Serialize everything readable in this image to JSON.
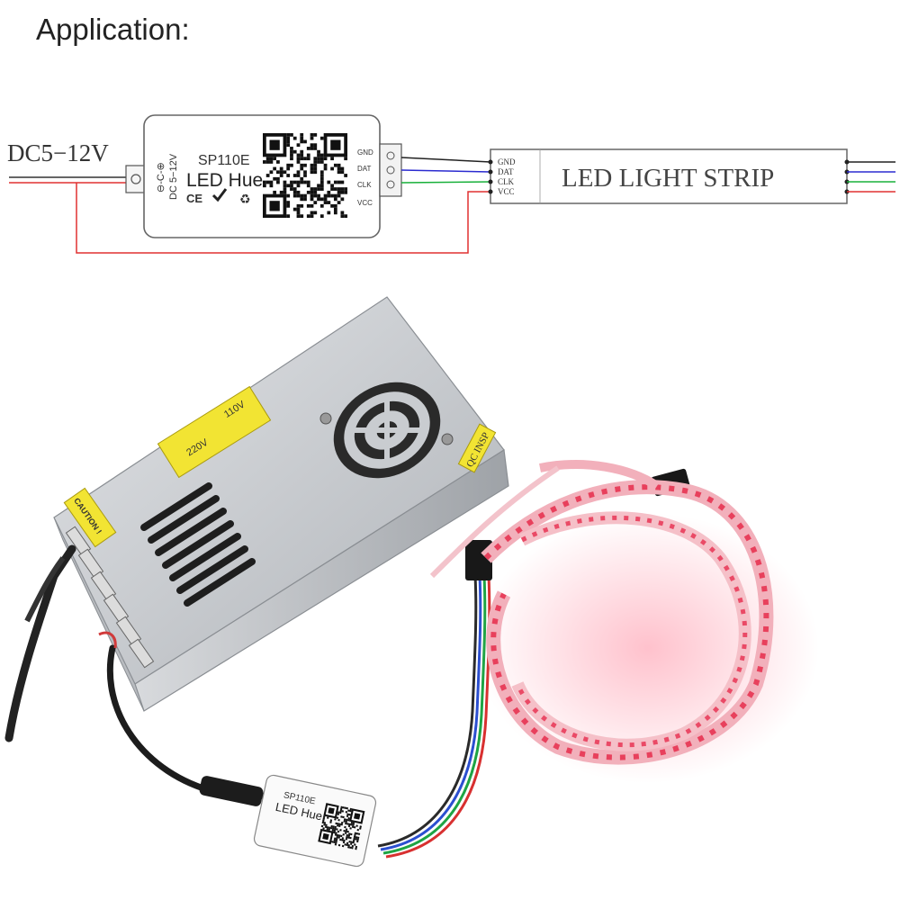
{
  "heading": "Application:",
  "power_label": "DC5−12V",
  "controller": {
    "model": "SP110E",
    "name": "LED Hue",
    "side_text": "DC 5−12V",
    "cert_mark": "CE",
    "pins": [
      "GND",
      "DAT",
      "CLK",
      "VCC"
    ]
  },
  "strip": {
    "label": "LED LIGHT STRIP",
    "pins": [
      "GND",
      "DAT",
      "CLK",
      "VCC"
    ]
  },
  "photo": {
    "psu_label_1": "110V",
    "psu_label_2": "220V",
    "psu_caution": "CAUTION !",
    "psu_qc": "QC INSP"
  },
  "colors": {
    "gnd": "#222222",
    "dat": "#2b2bd0",
    "clk": "#18b03a",
    "vcc": "#e03030",
    "psu_body": "#c9ccd0",
    "strip_glow": "#f05a78"
  }
}
